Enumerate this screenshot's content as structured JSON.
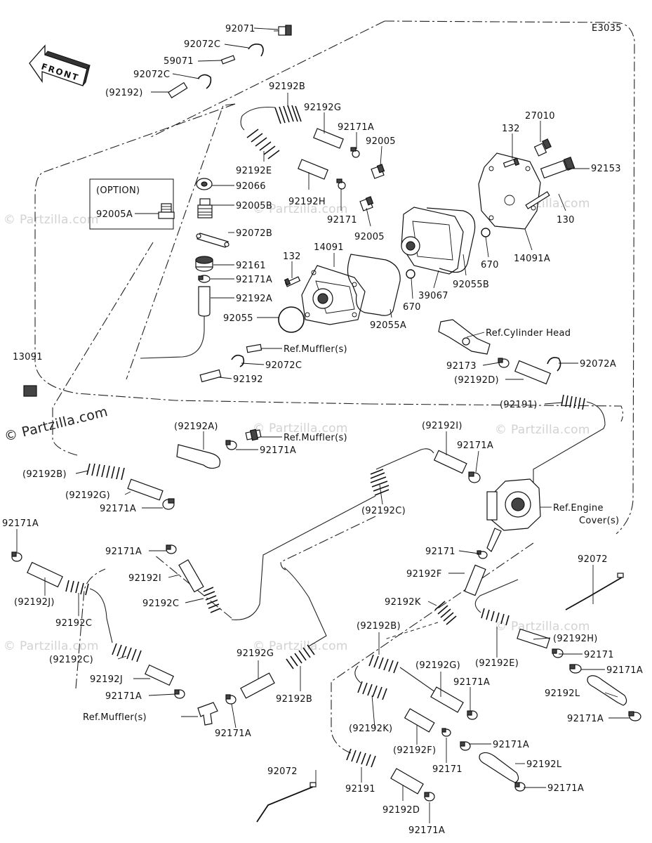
{
  "diagram": {
    "code": "E3035",
    "front_label": "FRONT",
    "watermarks": [
      "© Partzilla.com"
    ],
    "option_box": {
      "title": "(OPTION)",
      "part": "92005A"
    },
    "callouts": {
      "c92071": "92071",
      "c92072C_top": "92072C",
      "c59071": "59071",
      "c92072C_2": "92072C",
      "c92192_paren": "(92192)",
      "c92192B": "92192B",
      "c92192G": "92192G",
      "c92171A_a": "92171A",
      "c92005_a": "92005",
      "c132_a": "132",
      "c27010": "27010",
      "c92153": "92153",
      "c92192E": "92192E",
      "c92066": "92066",
      "c92192H": "92192H",
      "c92005B": "92005B",
      "c92171": "92171",
      "c92005_b": "92005",
      "c130": "130",
      "c92072B": "92072B",
      "c670_a": "670",
      "c14091A": "14091A",
      "c132_b": "132",
      "c14091": "14091",
      "c92161": "92161",
      "c92171A_b": "92171A",
      "c92192A": "92192A",
      "c92055B": "92055B",
      "c39067": "39067",
      "c670_b": "670",
      "c92055": "92055",
      "c92055A": "92055A",
      "ref_cyl": "Ref.Cylinder Head",
      "ref_muf1": "Ref.Muffler(s)",
      "c13091": "13091",
      "c92072C_3": "92072C",
      "c92173": "92173",
      "c92072A": "92072A",
      "c92192_b": "92192",
      "c92192D_paren": "(92192D)",
      "c92191_paren": "(92191)",
      "c92192A_paren": "(92192A)",
      "ref_muf2": "Ref.Muffler(s)",
      "c92171A_c": "92171A",
      "c92192I_paren": "(92192I)",
      "c92171A_d": "92171A",
      "c92192B_paren": "(92192B)",
      "c92192G_paren": "(92192G)",
      "c92171A_e": "92171A",
      "c92192C_paren": "(92192C)",
      "ref_engine1": "Ref.Engine",
      "ref_engine2": "Cover(s)",
      "c92171A_f": "92171A",
      "c92171A_g": "92171A",
      "c92171_b": "92171",
      "c92192I": "92192I",
      "c92192F": "92192F",
      "c92072_a": "92072",
      "c92192J_paren": "(92192J)",
      "c92192C": "92192C",
      "c92192K": "92192K",
      "c92192C_2": "92192C",
      "c92192B_paren2": "(92192B)",
      "c92192H_paren": "(92192H)",
      "c92192C_paren2": "(92192C)",
      "c92192E_paren": "(92192E)",
      "c92171_c": "92171",
      "c92192J": "92192J",
      "c92192G_2": "92192G",
      "c92192G_paren2": "(92192G)",
      "c92171A_h": "92171A",
      "c92171A_i": "92171A",
      "c92192B_2": "92192B",
      "c92171A_j": "92171A",
      "c92192L": "92192L",
      "ref_muf3": "Ref.Muffler(s)",
      "c92192K_paren": "(92192K)",
      "c92171A_k": "92171A",
      "c92171A_l": "92171A",
      "c92192F_paren": "(92192F)",
      "c92171A_m": "92171A",
      "c92171_d": "92171",
      "c92192L_2": "92192L",
      "c92072_b": "92072",
      "c92171A_n": "92171A",
      "c92191": "92191",
      "c92192D": "92192D",
      "c92171A_o": "92171A"
    }
  }
}
